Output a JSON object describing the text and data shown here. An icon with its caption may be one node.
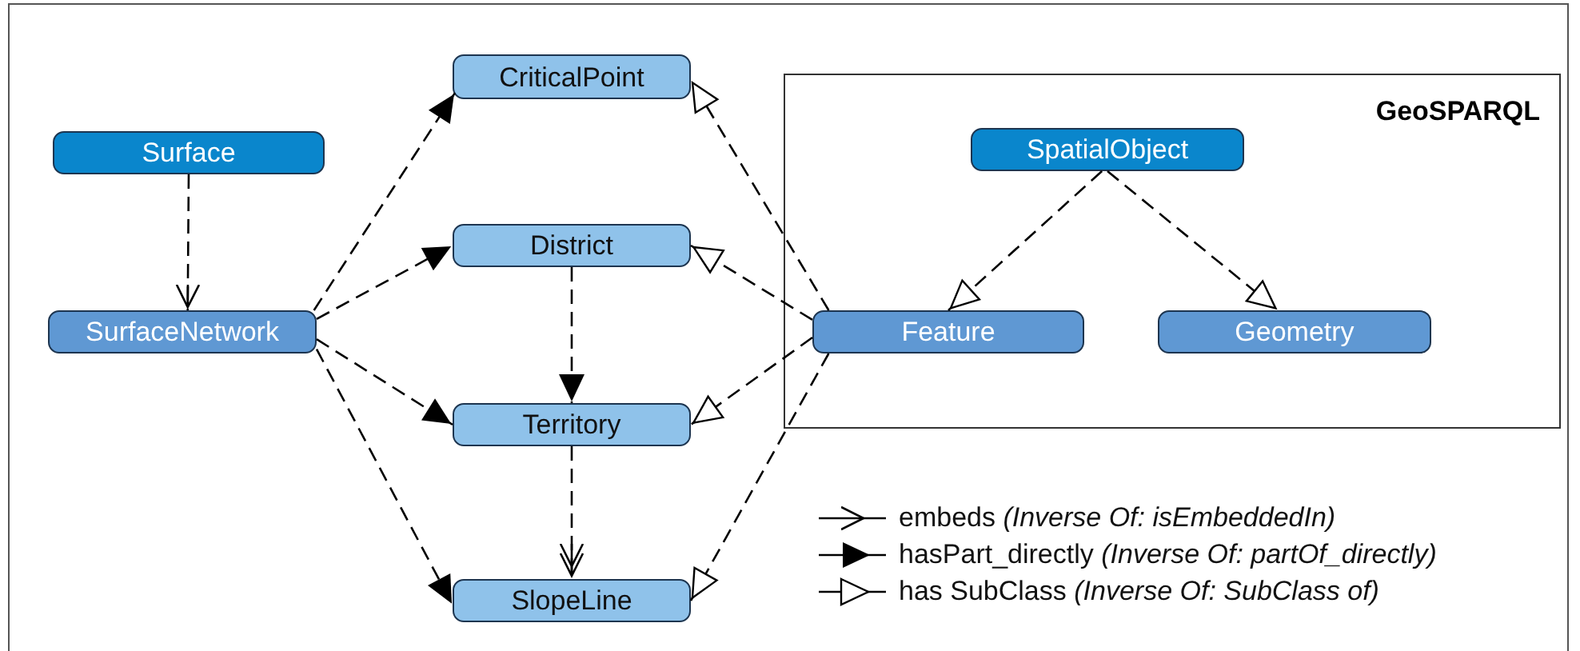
{
  "diagram": {
    "nodes": [
      {
        "text": [
          "Surface"
        ]
      },
      {
        "text": [
          "SurfaceNetwork"
        ]
      },
      {
        "text": [
          "CriticalPoint"
        ]
      },
      {
        "text": [
          "District"
        ]
      },
      {
        "text": [
          "Territory"
        ]
      },
      {
        "text": [
          "SlopeLine"
        ]
      },
      {
        "text": [
          "GeoSPARQL"
        ]
      },
      {
        "text": [
          "SpatialObject"
        ],
        "in": 6
      },
      {
        "text": [
          "Feature"
        ],
        "in": 6
      },
      {
        "text": [
          "Geometry"
        ],
        "in": 6
      }
    ],
    "edges": [
      {
        "from": 0,
        "to": 1,
        "arrow": "to",
        "style": "dashed"
      },
      {
        "from": 1,
        "to": 2,
        "arrow": "to",
        "style": "dashed"
      },
      {
        "from": 1,
        "to": 3,
        "arrow": "to",
        "style": "dashed"
      },
      {
        "from": 1,
        "to": 4,
        "arrow": "to",
        "style": "dashed"
      },
      {
        "from": 1,
        "to": 5,
        "arrow": "to",
        "style": "dashed"
      },
      {
        "from": 3,
        "to": 4,
        "arrow": "to",
        "style": "dashed"
      },
      {
        "from": 4,
        "to": 5,
        "arrow": "to",
        "style": "dashed"
      },
      {
        "from": 8,
        "to": 2,
        "arrow": "to",
        "style": "dashed"
      },
      {
        "from": 8,
        "to": 3,
        "arrow": "to",
        "style": "dashed"
      },
      {
        "from": 8,
        "to": 4,
        "arrow": "to",
        "style": "dashed"
      },
      {
        "from": 8,
        "to": 5,
        "arrow": "to",
        "style": "dashed"
      },
      {
        "from": 7,
        "to": 8,
        "arrow": "to",
        "style": "dashed"
      },
      {
        "from": 7,
        "to": 9,
        "arrow": "to",
        "style": "dashed"
      }
    ],
    "legend": [
      {
        "text": "embeds *(Inverse Of: isEmbeddedIn)*"
      },
      {
        "text": "hasPart_directly *(Inverse Of: partOf_directly)*"
      },
      {
        "text": "has SubClass *(Inverse Of: SubClass of)*"
      }
    ]
  }
}
